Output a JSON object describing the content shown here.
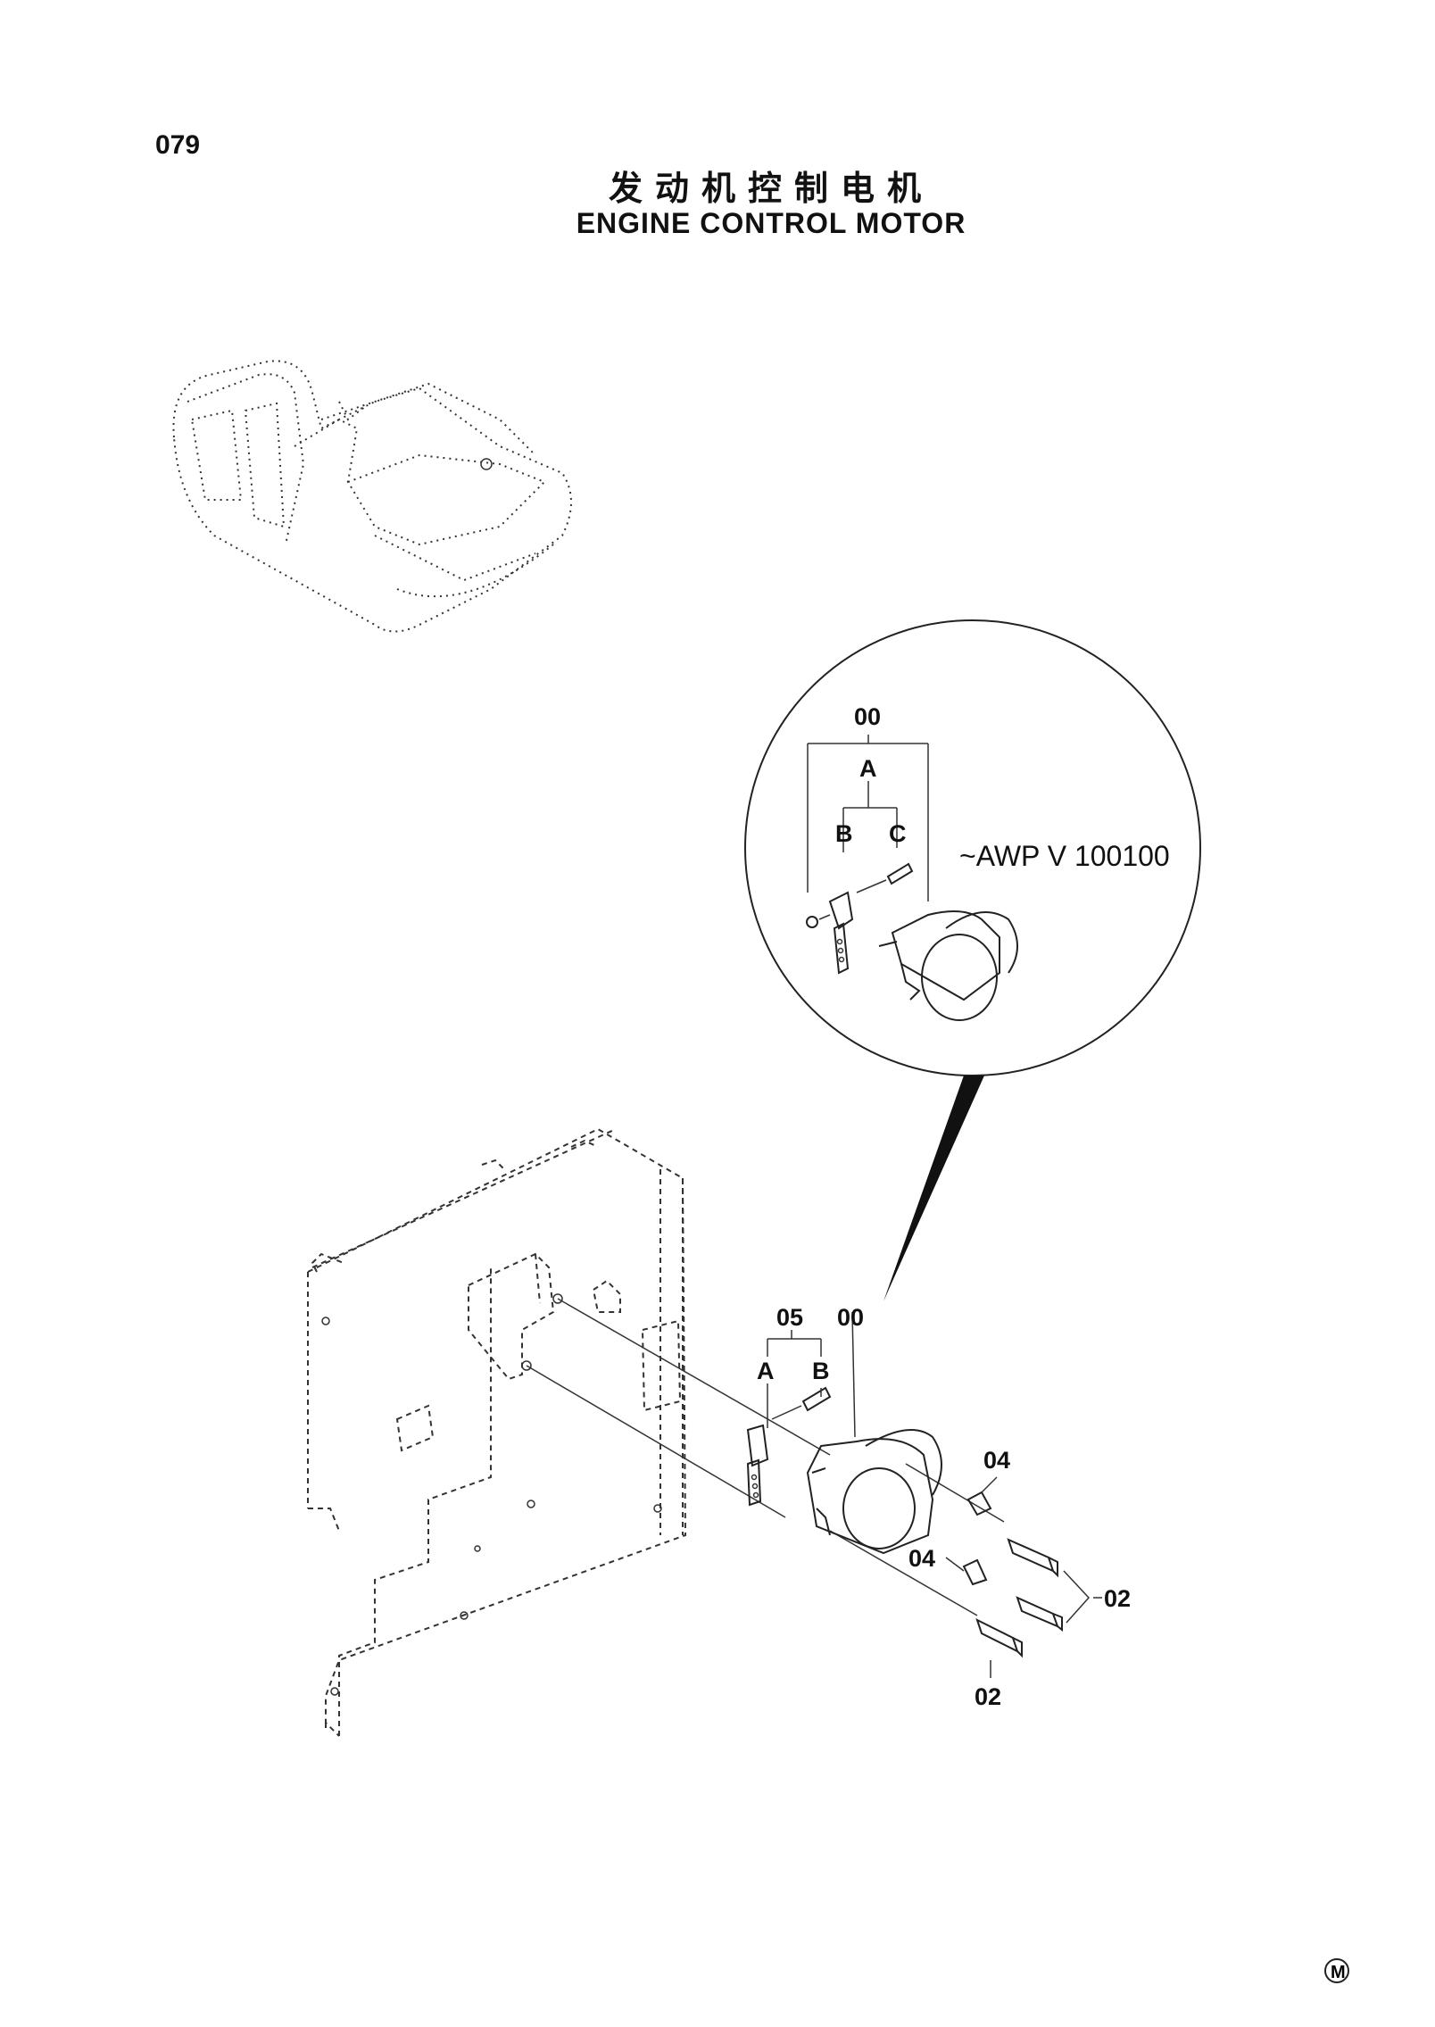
{
  "header": {
    "page_number": "079",
    "title_cn": "发动机控制电机",
    "title_en": "ENGINE CONTROL MOTOR"
  },
  "detail": {
    "label_00": "00",
    "label_a": "A",
    "label_b": "B",
    "label_c": "C",
    "serial_note": "~AWP V 100100"
  },
  "main": {
    "label_05": "05",
    "label_00": "00",
    "label_a": "A",
    "label_b": "B",
    "label_04_upper": "04",
    "label_04_lower": "04",
    "label_02_right": "02",
    "label_02_bottom": "02"
  },
  "footer": {
    "mark": "M"
  }
}
